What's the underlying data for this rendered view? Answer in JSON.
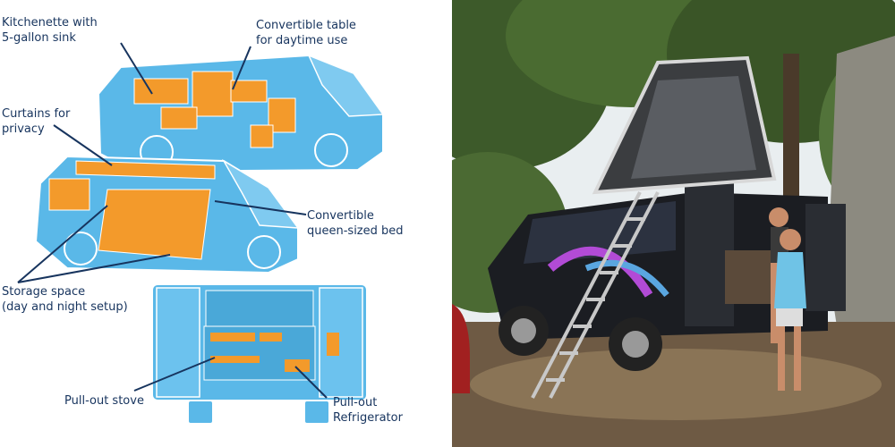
{
  "infographic": {
    "labels": {
      "kitchenette": [
        "Kitchenette with",
        "5-gallon sink"
      ],
      "convertible_table": [
        "Convertible table",
        "for daytime use"
      ],
      "curtains": [
        "Curtains for",
        "privacy"
      ],
      "convertible_bed": [
        "Convertible",
        "queen-sized bed"
      ],
      "storage": [
        "Storage space",
        "(day and night setup)"
      ],
      "pullout_stove": [
        "Pull-out stove"
      ],
      "pullout_refrigerator": [
        "Pull-out",
        "Refrigerator"
      ]
    },
    "colors": {
      "van_body": "#5ab8e8",
      "van_outline": "#ffffff",
      "furniture": "#f39a2b",
      "label_text": "#17345e",
      "leader_line": "#17345e"
    }
  },
  "photo": {
    "icons": [
      "campervan-photo",
      "rooftop-tent",
      "ladder",
      "trees",
      "rock-wall",
      "two-campers"
    ],
    "colors": {
      "foliage": "#3d5a2a",
      "sky": "#e9eef0",
      "van_body": "#1b1d22",
      "tent": "#3b3d40",
      "ground": "#6e5a44"
    }
  }
}
